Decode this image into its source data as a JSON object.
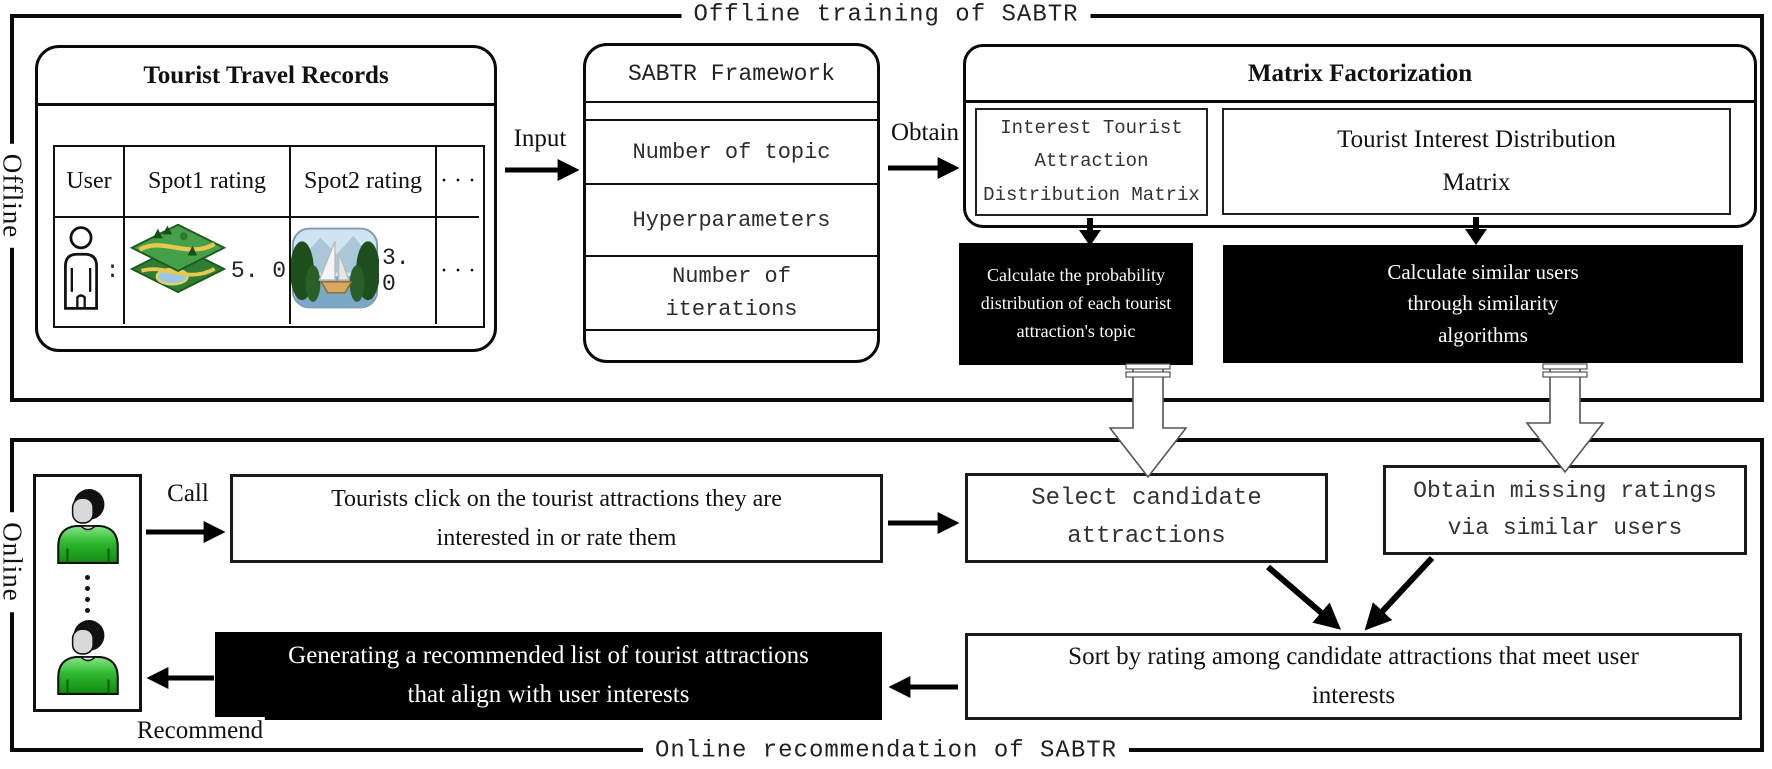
{
  "offline": {
    "section_title": "Offline training of SABTR",
    "side_label": "Offline",
    "records": {
      "title": "Tourist Travel Records",
      "headers": {
        "user": "User",
        "spot1": "Spot1 rating",
        "spot2": "Spot2 rating",
        "more": "· · ·"
      },
      "row": {
        "user_colon": ":",
        "spot1_rating": "5. 0",
        "spot2_rating": "3. 0",
        "more": "· · ·"
      }
    },
    "input_label": "Input",
    "framework": {
      "title": "SABTR Framework",
      "row1": "Number of topic",
      "row2": "Hyperparameters",
      "row3": "Number of\niterations"
    },
    "obtain_label": "Obtain",
    "factorization": {
      "title": "Matrix Factorization",
      "left_matrix": "Interest Tourist\nAttraction\nDistribution Matrix",
      "right_matrix": "Tourist Interest Distribution\nMatrix"
    },
    "calc_topic": "Calculate the probability\ndistribution of each tourist\nattraction's topic",
    "calc_similar": "Calculate similar users\nthrough similarity\nalgorithms"
  },
  "online": {
    "section_title": "Online recommendation of SABTR",
    "side_label": "Online",
    "call_label": "Call",
    "recommend_label": "Recommend",
    "click_box": "Tourists click on the tourist attractions they are\ninterested in or rate them",
    "select_box": "Select candidate\nattractions",
    "missing_box": "Obtain missing ratings\nvia similar users",
    "sort_box": "Sort by rating among candidate attractions that meet user\ninterests",
    "generate_box": "Generating a recommended list of tourist attractions\nthat align with user interests"
  },
  "colors": {
    "ink": "#111111",
    "process_box_bg": "#000000",
    "process_box_text": "#ffffff",
    "user_shirt_green": "#2eb82e",
    "map_green": "#46a049",
    "water_blue": "#7ba7c9"
  }
}
